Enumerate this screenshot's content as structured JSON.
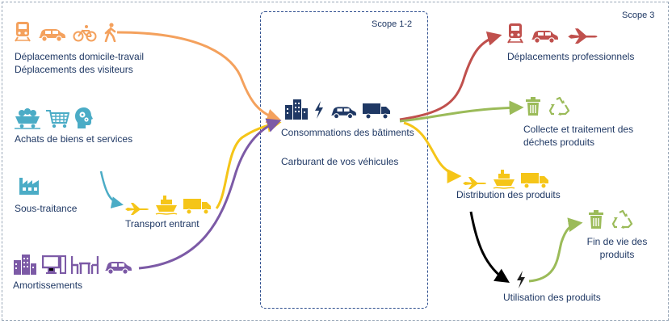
{
  "scopes": {
    "scope3": "Scope 3",
    "scope12": "Scope 1-2"
  },
  "upstream": {
    "commute_line1": "Déplacements domicile-travail",
    "commute_line2": "Déplacements des visiteurs",
    "purchases": "Achats de biens et services",
    "subcontracting": "Sous-traitance",
    "inbound_transport": "Transport entrant",
    "depreciation": "Amortissements"
  },
  "center": {
    "buildings": "Consommations des bâtiments",
    "fuel": "Carburant de vos véhicules"
  },
  "downstream": {
    "business_travel": "Déplacements professionnels",
    "waste_line1": "Collecte et traitement des",
    "waste_line2": "déchets produits",
    "distribution": "Distribution des produits",
    "end_of_life_line1": "Fin de vie des",
    "end_of_life_line2": "produits",
    "product_use": "Utilisation des produits"
  },
  "colors": {
    "orange": "#f4a15d",
    "teal": "#4bacc6",
    "yellow": "#f5c518",
    "purple": "#7c5aa6",
    "red": "#c0504d",
    "green": "#9bbb59",
    "navy": "#1f3864",
    "black": "#000000"
  }
}
